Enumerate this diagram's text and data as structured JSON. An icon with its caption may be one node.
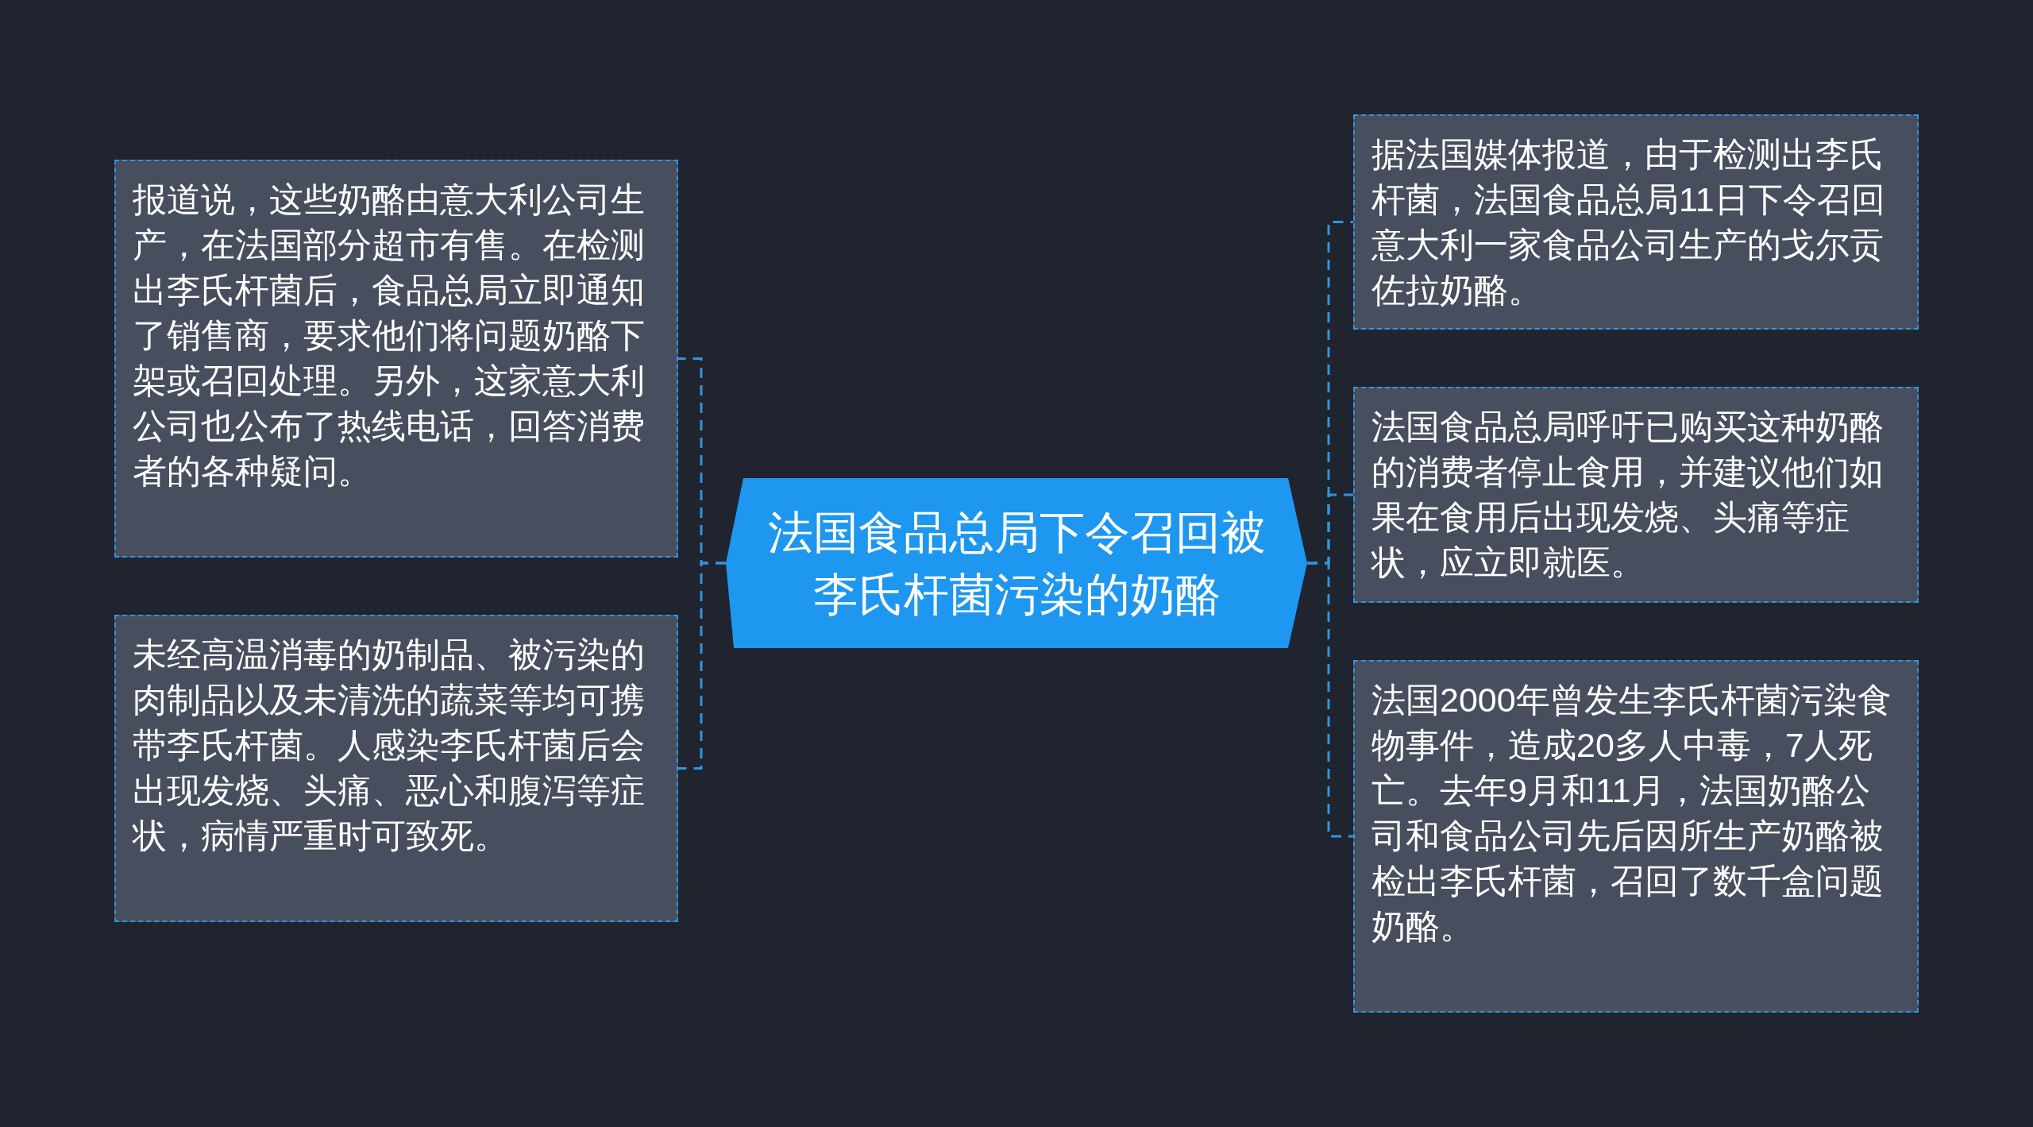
{
  "diagram": {
    "nodes": [
      {
        "text": [
          "法国食品总局下令召回被李氏杆菌污染的奶酪"
        ]
      },
      {
        "text": [
          "报道说，这些奶酪由意大利公司生产，在法国部分超市有售。在检测出李氏杆菌后，食品总局立即通知了销售商，要求他们将问题奶酪下架或召回处理。另外，这家意大利公司也公布了热线电话，回答消费者的各种疑问。"
        ]
      },
      {
        "text": [
          "未经高温消毒的奶制品、被污染的肉制品以及未清洗的蔬菜等均可携带李氏杆菌。人感染李氏杆菌后会出现发烧、头痛、恶心和腹泻等症状，病情严重时可致死。"
        ]
      },
      {
        "text": [
          "据法国媒体报道，由于检测出李氏杆菌，法国食品总局11日下令召回意大利一家食品公司生产的戈尔贡佐拉奶酪。"
        ]
      },
      {
        "text": [
          "法国食品总局呼吁已购买这种奶酪的消费者停止食用，并建议他们如果在食用后出现发烧、头痛等症状，应立即就医。"
        ]
      },
      {
        "text": [
          "法国2000年曾发生李氏杆菌污染食物事件，造成20多人中毒，7人死亡。去年9月和11月，法国奶酪公司和食品公司先后因所生产奶酪被检出李氏杆菌，召回了数千盒问题奶酪。"
        ]
      }
    ],
    "edges": [
      {
        "from": 0,
        "to": 1,
        "arrow": "none",
        "style": "dashed"
      },
      {
        "from": 0,
        "to": 2,
        "arrow": "none",
        "style": "dashed"
      },
      {
        "from": 0,
        "to": 3,
        "arrow": "none",
        "style": "dashed"
      },
      {
        "from": 0,
        "to": 4,
        "arrow": "none",
        "style": "dashed"
      },
      {
        "from": 0,
        "to": 5,
        "arrow": "none",
        "style": "dashed"
      }
    ]
  }
}
